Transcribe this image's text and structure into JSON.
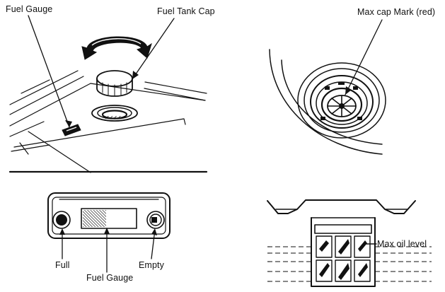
{
  "labels": {
    "fuel_gauge_top": "Fuel Gauge",
    "fuel_tank_cap": "Fuel Tank Cap",
    "max_cap_mark": "Max cap Mark (red)",
    "full": "Full",
    "fuel_gauge_bottom": "Fuel Gauge",
    "empty": "Empty",
    "max_oil_level": "Max oil level"
  }
}
